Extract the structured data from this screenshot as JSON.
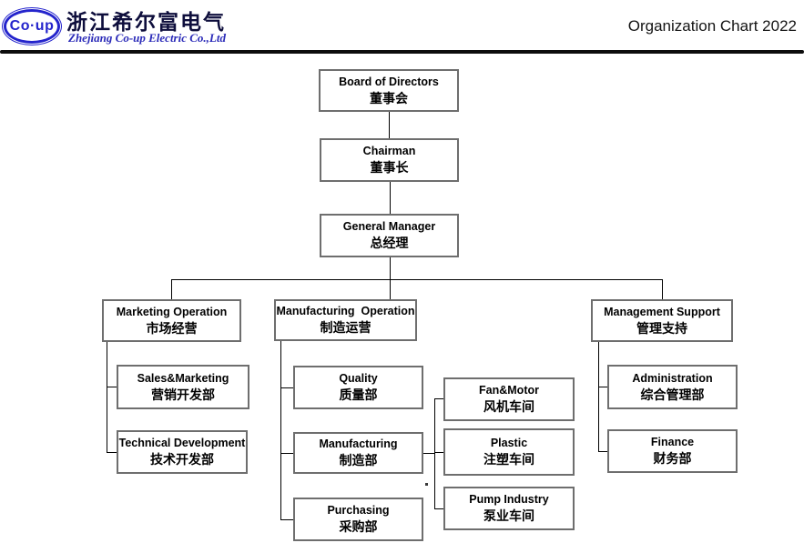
{
  "header": {
    "logo_text": "Co·up",
    "company_name_cn": "浙江希尔富电气",
    "company_name_en": "Zhejiang Co-up Electric Co.,Ltd",
    "page_title": "Organization Chart 2022",
    "colors": {
      "logo_blue": "#2424cc",
      "subtitle_blue": "#2a2ab8",
      "rule_black": "#0c0c0c"
    }
  },
  "org": {
    "board": {
      "en": "Board of Directors",
      "cn": "董事会"
    },
    "chairman": {
      "en": "Chairman",
      "cn": "董事长"
    },
    "general_manager": {
      "en": "General Manager",
      "cn": "总经理"
    },
    "marketing_operation": {
      "en": "Marketing Operation",
      "cn": "市场经营"
    },
    "manufacturing_operation": {
      "en": "Manufacturing  Operation",
      "cn": "制造运营"
    },
    "management_support": {
      "en": "Management Support",
      "cn": "管理支持"
    },
    "sales_marketing": {
      "en": "Sales&Marketing",
      "cn": "营销开发部"
    },
    "technical_development": {
      "en": "Technical Development",
      "cn": "技术开发部"
    },
    "quality": {
      "en": "Quality",
      "cn": "质量部"
    },
    "manufacturing": {
      "en": "Manufacturing",
      "cn": "制造部"
    },
    "purchasing": {
      "en": "Purchasing",
      "cn": "采购部"
    },
    "fan_motor": {
      "en": "Fan&Motor",
      "cn": "风机车间"
    },
    "plastic": {
      "en": "Plastic",
      "cn": "注塑车间"
    },
    "pump_industry": {
      "en": "Pump Industry",
      "cn": "泵业车间"
    },
    "administration": {
      "en": "Administration",
      "cn": "综合管理部"
    },
    "finance": {
      "en": "Finance",
      "cn": "财务部"
    }
  }
}
